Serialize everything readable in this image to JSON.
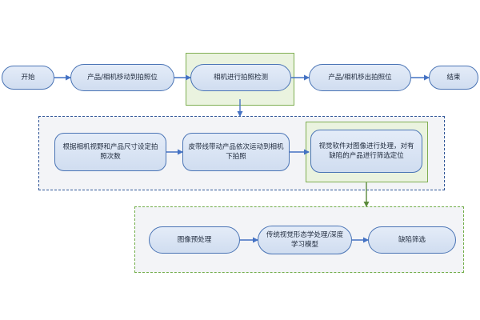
{
  "diagram": {
    "top_flow": [
      "开始",
      "产品/相机移动到拍照位",
      "相机进行拍照检测",
      "产品/相机移出拍照位",
      "结束"
    ],
    "detail_flow": [
      "根据相机视野和产品尺寸设定拍照次数",
      "皮带线带动产品依次运动到相机下拍照",
      "视觉软件对图像进行处理，对有缺陷的产品进行筛选定位"
    ],
    "processing_flow": [
      "图像预处理",
      "传统视觉形态学处理/深度学习模型",
      "缺陷筛选"
    ],
    "colors": {
      "node_border": "#4a74b5",
      "node_fill": "#dde6f4",
      "arrow": "#4472c4",
      "blue_dash": "#2f5597",
      "green_dash": "#70ad47",
      "highlight_fill": "#eaf3df"
    }
  }
}
